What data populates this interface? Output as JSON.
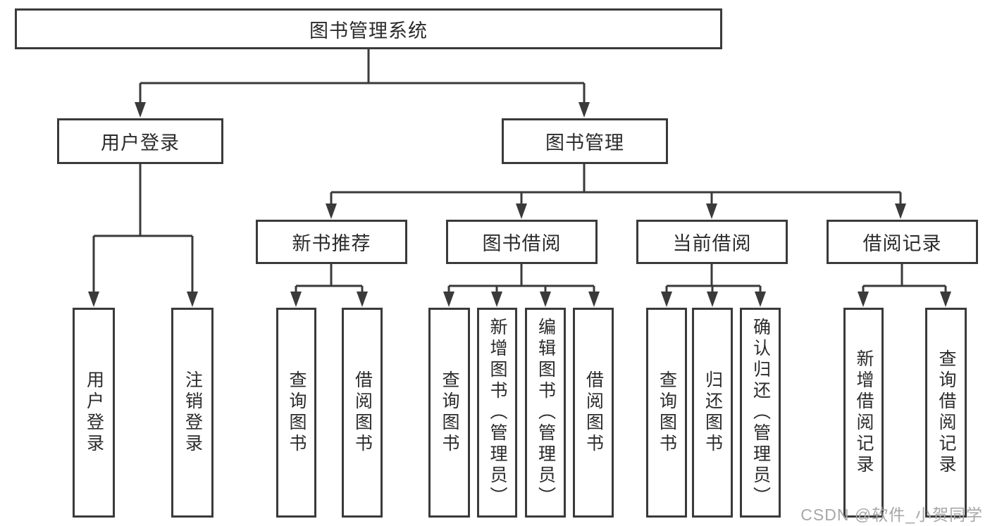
{
  "diagram_title": "图书管理系统",
  "tree": {
    "root": {
      "label": "图书管理系统",
      "children": [
        {
          "label": "用户登录",
          "children": [
            {
              "label": "用户登录"
            },
            {
              "label": "注销登录"
            }
          ]
        },
        {
          "label": "图书管理",
          "children": [
            {
              "label": "新书推荐",
              "children": [
                {
                  "label": "查询图书"
                },
                {
                  "label": "借阅图书"
                }
              ]
            },
            {
              "label": "图书借阅",
              "children": [
                {
                  "label": "查询图书"
                },
                {
                  "label": "新增图书（管理员）"
                },
                {
                  "label": "编辑图书（管理员）"
                },
                {
                  "label": "借阅图书"
                }
              ]
            },
            {
              "label": "当前借阅",
              "children": [
                {
                  "label": "查询图书"
                },
                {
                  "label": "归还图书"
                },
                {
                  "label": "确认归还（管理员）"
                }
              ]
            },
            {
              "label": "借阅记录",
              "children": [
                {
                  "label": "新增借阅记录"
                },
                {
                  "label": "查询借阅记录"
                }
              ]
            }
          ]
        }
      ]
    }
  },
  "watermark": "CSDN @软件_小贺同学",
  "colors": {
    "line": "#3a3a3a",
    "node_border": "#3a3a3a",
    "node_fill": "#ffffff",
    "node_text": "#2b2b2b",
    "watermark": "#a7a7a9",
    "background": "#ffffff"
  }
}
